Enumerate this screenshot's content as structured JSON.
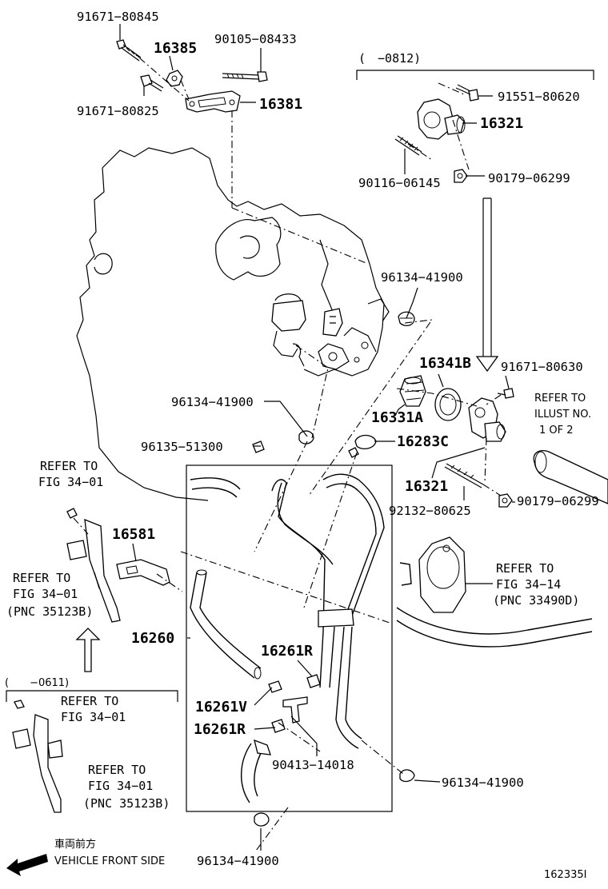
{
  "labels": {
    "p_91671_80845": "91671−80845",
    "p_16385": "16385",
    "p_90105_08433": "90105−08433",
    "p_91671_80825": "91671−80825",
    "p_16381": "16381",
    "range_top": "(　−0812)",
    "p_91551_80620": "91551−80620",
    "p_16321_top": "16321",
    "p_90116_06145": "90116−06145",
    "p_90179_06299_top": "90179−06299",
    "p_96134_41900_a": "96134−41900",
    "p_16341b": "16341B",
    "p_91671_80630": "91671−80630",
    "refer_illust_1": "REFER TO",
    "refer_illust_2": "ILLUST NO.",
    "refer_illust_3": "1 OF 2",
    "p_96134_41900_b": "96134−41900",
    "p_16331a": "16331A",
    "p_96135_51300": "96135−51300",
    "p_16283c": "16283C",
    "refer_a1": "REFER TO",
    "refer_a2": "FIG 34−01",
    "p_16321_mid": "16321",
    "p_92132_80625": "92132−80625",
    "p_90179_06299_mid": "90179−06299",
    "p_16581": "16581",
    "refer_b1": "REFER TO",
    "refer_b2": "FIG 34−01",
    "refer_b3": "(PNC 35123B)",
    "refer_c1": "REFER TO",
    "refer_c2": "FIG 34−14",
    "refer_c3": "(PNC 33490D)",
    "p_16260": "16260",
    "p_16261r_a": "16261R",
    "range_bottom": "(　　−0611)",
    "refer_d1": "REFER TO",
    "refer_d2": "FIG 34−01",
    "p_16261v": "16261V",
    "p_16261r_b": "16261R",
    "p_90413_14018": "90413−14018",
    "p_96134_41900_c": "96134−41900",
    "refer_e1": "REFER TO",
    "refer_e2": "FIG 34−01",
    "refer_e3": "(PNC 35123B)",
    "p_96134_41900_d": "96134−41900",
    "jp_front": "車両前方",
    "vehicle_front": "VEHICLE FRONT SIDE",
    "figure_id": "162335I"
  }
}
